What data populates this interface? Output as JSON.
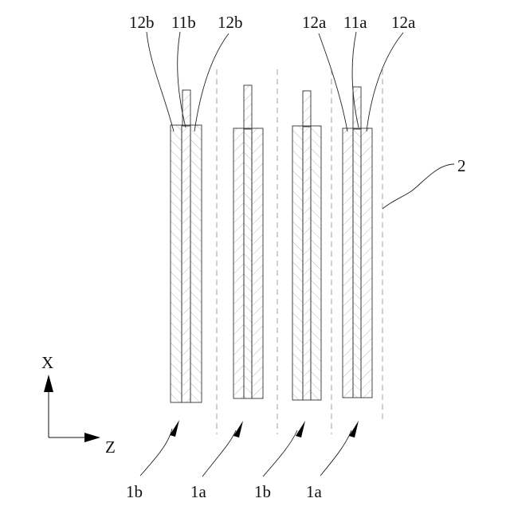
{
  "labels": {
    "top": [
      "12b",
      "11b",
      "12b",
      "12a",
      "11a",
      "12a"
    ],
    "ref": "2",
    "bottom": [
      "1b",
      "1a",
      "1b",
      "1a"
    ]
  },
  "axes": {
    "x": "X",
    "z": "Z"
  },
  "colors": {
    "ink": "#111111",
    "hatch": "#8a8a8a",
    "dash": "#999999"
  }
}
